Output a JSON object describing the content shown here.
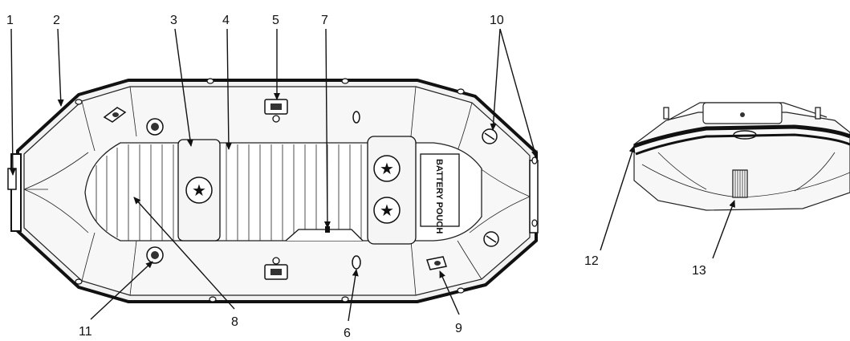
{
  "diagram": {
    "callouts": [
      "1",
      "2",
      "3",
      "4",
      "5",
      "6",
      "7",
      "8",
      "9",
      "10",
      "11",
      "12",
      "13"
    ],
    "pouch_label": "BATTERY POUCH"
  }
}
